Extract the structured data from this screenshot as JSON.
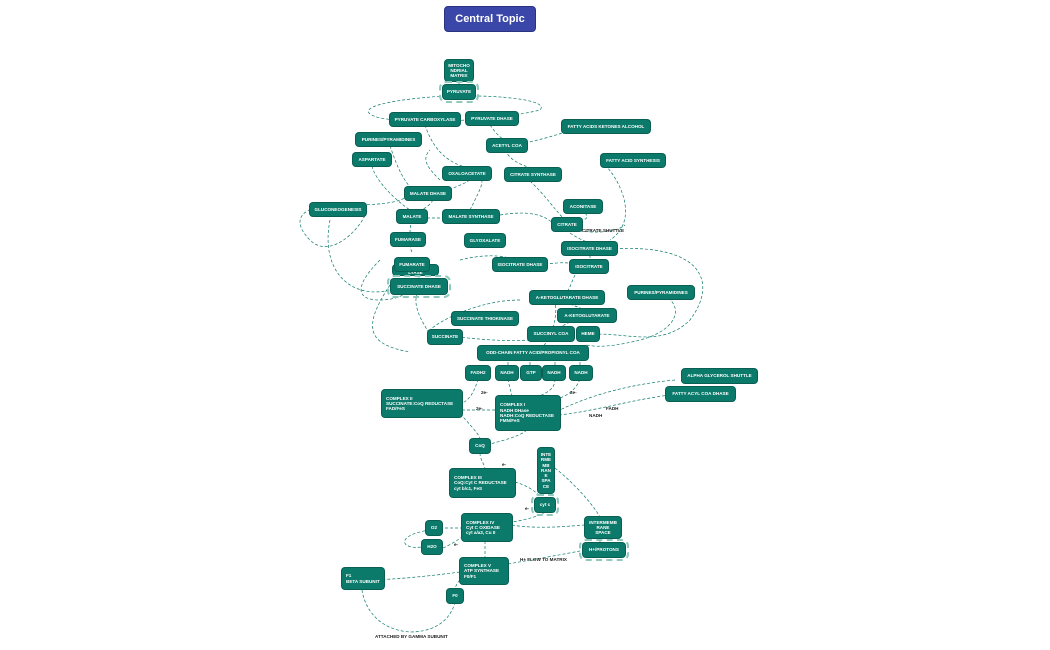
{
  "central_topic": "Central Topic",
  "nodes": {
    "mitochondrial_matrix": "MITOCHO\nNDRIAL\nMATRIX",
    "pyruvate": "PYRUVATE",
    "pyruvate_carboxylase": "PYRUVATE CARBOXYLASE",
    "pyruvate_dhase": "PYRUVATE DHASE",
    "fatty_acids_ketones_alcohol": "FATTY ACIDS KETONES ALCOHOL",
    "purines_pyrimidines_1": "PURINES/PYRAMIDINES",
    "acetyl_coa": "ACETYL COA",
    "aspartate": "ASPARTATE",
    "fatty_acid_synthesis": "FATTY ACID SYNTHESIS",
    "oxaloacetate": "OXALOACETATE",
    "citrate_synthase": "CITRATE SYNTHASE",
    "malate_dhase": "MALATE DHASE",
    "aconitase": "ACONITASE",
    "gluconeogenesis": "GLUCONEOGENESIS",
    "malate": "MALATE",
    "malate_synthase": "MALATE SYNTHASE",
    "citrate": "CITRATE",
    "fumarase": "FUMARASE",
    "glyoxalate": "GLYOXALATE",
    "isocitrate_dhase": "ISOCITRATE DHASE",
    "fumarate": "FUMARATE",
    "isocitrate_lyase": "ISOCITRATE LYASE",
    "isocitrate": "ISOCITRATE",
    "succinate_dhase": "SUCCINATE DHASE",
    "a_ketoglutarate_dhase": "A-KETOGLUTARATE DHASE",
    "purines_pyrimidines_2": "PURINES/PYRAMIDINES",
    "succinate_thiokinase": "SUCCINATE THIOKINASE",
    "a_ketoglutarate": "A-KETOGLUTARATE",
    "succinyl_coa": "SUCCINYL COA",
    "heme": "HEME",
    "succinate": "SUCCINATE",
    "odd_chain": "ODD-CHAIN FATTY ACID/PROPIONYL COA",
    "fadh2": "FADH2",
    "nadh_1": "NADH",
    "gtp": "GTP",
    "nadh_2": "NADH",
    "nadh_3": "NADH",
    "alpha_glycerol_shuttle": "ALPHA GLYCEROL SHUTTLE",
    "fatty_acyl_coa_dhase": "FATTY ACYL COA DHASE",
    "complex_2": "COMPLEX II\nSUCCINATE:CoQ REDUCTASE\nFAD/FeS",
    "complex_1": "COMPLEX I\nNADH DHase\nNADH:CoQ REDUCTASE\nFMN/FeS",
    "coq": "CoQ",
    "intermembrane_space_1": "INTE\nRME\nMB\nRAN\nE\nSPA\nCE",
    "complex_3": "COMPLEX III\nCoQ:Cyt C REDUCTASE\ncyt b/c1, FeS",
    "cyt_c": "cyt c",
    "o2": "O2",
    "complex_4": "COMPLEX IV\nCyt C OXIDASE\ncyt a/a3, Cu II",
    "intermembrane_space_2": "INTERMEMB\nRANE\nSPACE",
    "h2o": "H2O",
    "h_protons": "H+/PROTONS",
    "complex_5": "COMPLEX V\nATP SYNTHASE\nF0/F1",
    "f1_beta": "F1\nBETA SUBUNIT",
    "f0": "F0"
  },
  "edge_labels": {
    "citrate_shuttle": "CITRATE SHUTTLE",
    "two_e_1": "2e-",
    "two_e_2": "2e-",
    "two_e_3": "2e-",
    "fadh": "FADH",
    "e_1": "e-",
    "e_2": "e-",
    "e_3": "e-",
    "h_flow": "H+ FLOW TO MATRIX",
    "gamma": "ATTACHED BY GAMMA SUBUNIT"
  },
  "colors": {
    "central_fill": "#3a47a8",
    "node_fill": "#0b7a6b",
    "edge": "#0b7a6b",
    "selection": "#8fc9bd"
  }
}
